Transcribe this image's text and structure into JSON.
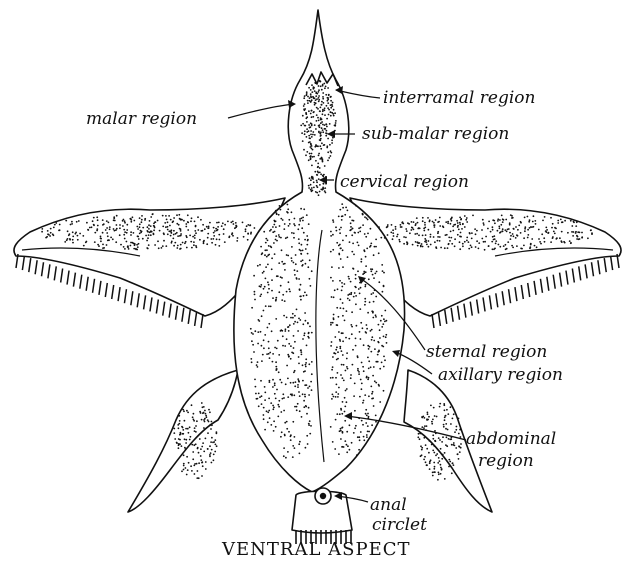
{
  "title": "VENTRAL ASPECT",
  "labels": {
    "interramal": "interramal region",
    "malar": "malar region",
    "submalar": "sub-malar region",
    "cervical": "cervical region",
    "sternal": "sternal region",
    "axillary": "axillary region",
    "abdominal_1": "abdominal",
    "abdominal_2": "region",
    "anal_1": "anal",
    "anal_2": "circlet"
  }
}
